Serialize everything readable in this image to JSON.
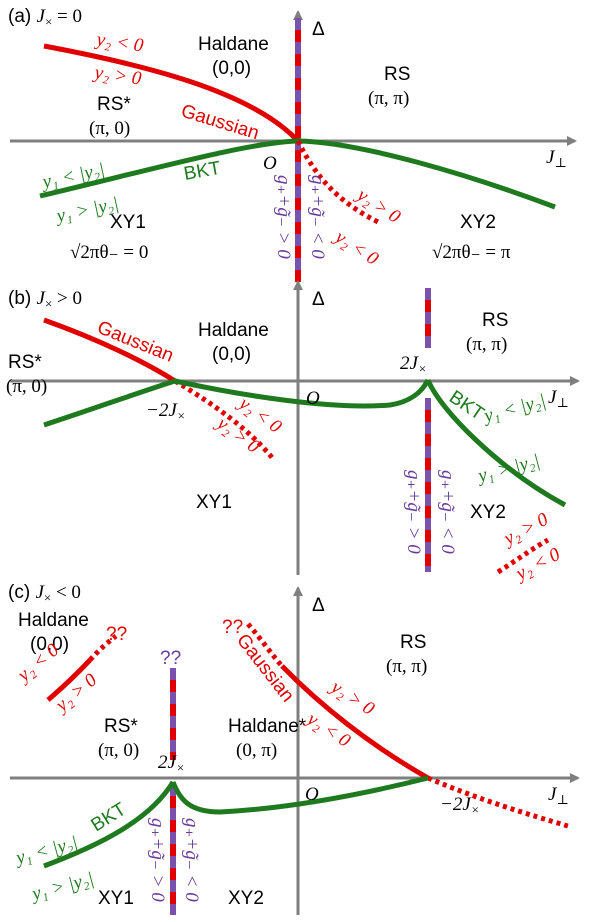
{
  "colors": {
    "axis": "#7f7f7f",
    "red": "#e00000",
    "green": "#1f7a1f",
    "purple": "#6a3d9a",
    "dash_purple": "#7b52ab"
  },
  "panels": {
    "a": {
      "title_prefix": "(a) ",
      "title_math": "J",
      "title_sub": "×",
      "title_rel": " = 0",
      "delta": "Δ",
      "jperp": "J",
      "jperp_sub": "⊥",
      "origin": "O",
      "haldane": "Haldane",
      "haldane_q": "(0,0)",
      "rs": "RS",
      "rs_q": "(π, π)",
      "rsstar": "RS*",
      "rsstar_q": "(π, 0)",
      "xy1": "XY1",
      "xy2": "XY2",
      "xy1_cond": "√2πθ₋ = 0",
      "xy2_cond": "√2πθ₋ = π",
      "gaussian": "Gaussian",
      "bkt": "BKT",
      "y2lt0": "y₂ < 0",
      "y2gt0": "y₂ > 0",
      "y1lt": "y₁ < |y₂|",
      "y1gt": "y₁ > |y₂|",
      "g_gt": "g₊+g̃₋ > 0",
      "g_lt": "g₊+g̃₋ < 0",
      "y2gt0_b": "y₂ > 0",
      "y2lt0_b": "y₂ < 0"
    },
    "b": {
      "title_prefix": "(b) ",
      "title_math": "J",
      "title_sub": "×",
      "title_rel": " > 0",
      "delta": "Δ",
      "jperp": "J",
      "jperp_sub": "⊥",
      "origin": "O",
      "haldane": "Haldane",
      "haldane_q": "(0,0)",
      "rs": "RS",
      "rs_q": "(π, π)",
      "rsstar": "RS*",
      "rsstar_q": "(π, 0)",
      "xy1": "XY1",
      "xy2": "XY2",
      "gaussian": "Gaussian",
      "bkt": "BKT",
      "neg2j": "−2J",
      "neg2j_sub": "×",
      "pos2j": "2J",
      "pos2j_sub": "×",
      "y2lt0": "y₂ < 0",
      "y2gt0": "y₂ > 0",
      "y1lt": "y₁ < |y₂|",
      "y1gt": "y₁ > |y₂|",
      "g_gt": "g₊+g̃₋ > 0",
      "g_lt": "g₊+g̃₋ < 0",
      "y2gt0_r": "y₂ > 0",
      "y2lt0_r": "y₂ < 0"
    },
    "c": {
      "title_prefix": "(c) ",
      "title_math": "J",
      "title_sub": "×",
      "title_rel": " < 0",
      "delta": "Δ",
      "jperp": "J",
      "jperp_sub": "⊥",
      "origin": "O",
      "haldane": "Haldane",
      "haldane_q": "(0,0)",
      "haldane_star": "Haldane*",
      "haldane_star_q": "(0, π)",
      "rs": "RS",
      "rs_q": "(π, π)",
      "rsstar": "RS*",
      "rsstar_q": "(π, 0)",
      "xy1": "XY1",
      "xy2": "XY2",
      "gaussian": "Gaussian",
      "bkt": "BKT",
      "pos2j": "2J",
      "pos2j_sub": "×",
      "neg2j": "−2J",
      "neg2j_sub": "×",
      "qq": "??",
      "y2lt0_l": "y₂ < 0",
      "y2gt0_l": "y₂ > 0",
      "y2gt0": "y₂ > 0",
      "y2lt0": "y₂ < 0",
      "y1lt": "y₁ < |y₂|",
      "y1gt": "y₁ > |y₂|",
      "g_gt": "g₊+g̃₋ > 0",
      "g_lt": "g₊+g̃₋ < 0"
    }
  }
}
